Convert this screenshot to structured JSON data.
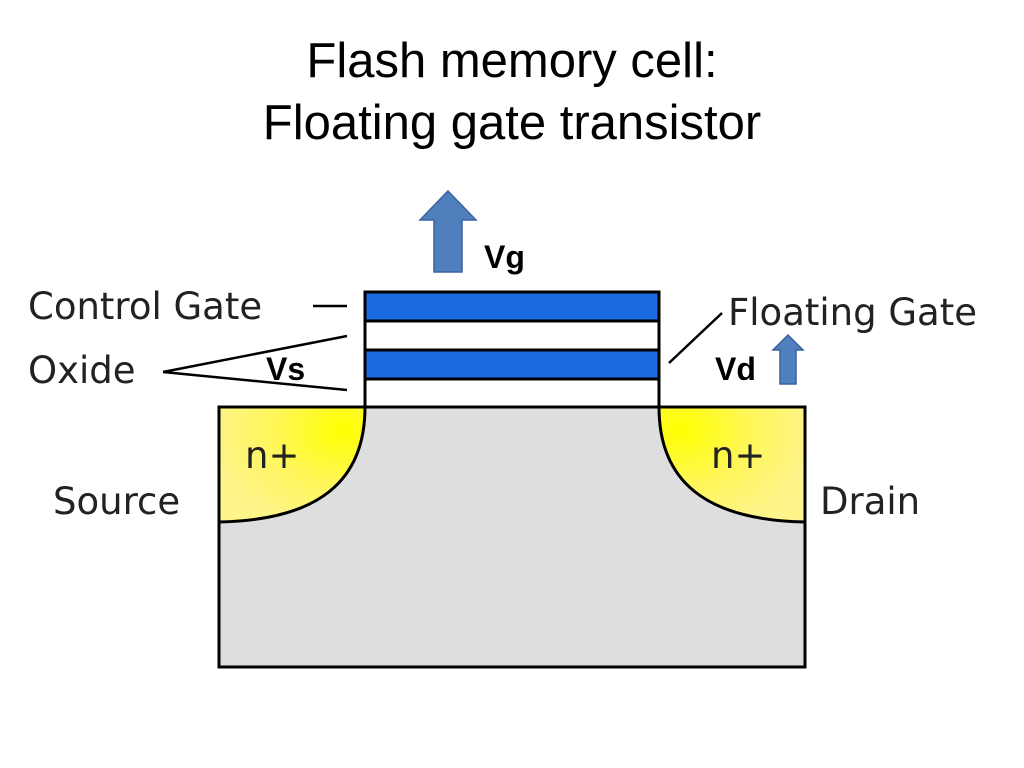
{
  "title": {
    "line1": "Flash memory cell:",
    "line2": "Floating gate transistor"
  },
  "labels": {
    "control_gate": "Control Gate",
    "oxide": "Oxide",
    "floating_gate": "Floating Gate",
    "source": "Source",
    "drain": "Drain",
    "source_doping": "n+",
    "drain_doping": "n+"
  },
  "voltages": {
    "gate": "Vg",
    "source": "Vs",
    "drain": "Vd"
  },
  "colors": {
    "gate_layer": "#1a6ae0",
    "oxide_layer": "#ffffff",
    "substrate": "#dedede",
    "doping_region": "#fff65c",
    "arrow": "#4f80bd"
  }
}
